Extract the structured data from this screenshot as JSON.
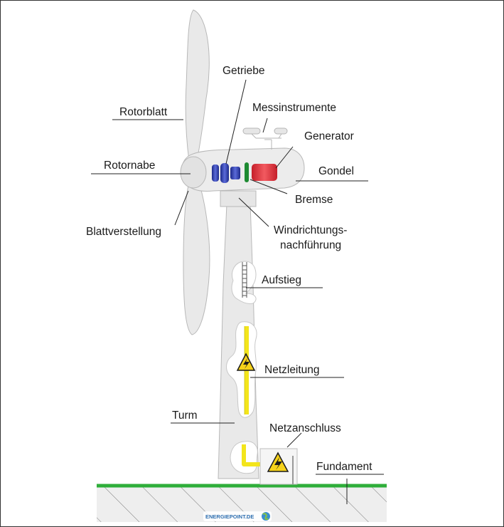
{
  "labels": {
    "rotorblatt": "Rotorblatt",
    "getriebe": "Getriebe",
    "messinstrumente": "Messinstrumente",
    "generator": "Generator",
    "rotornabe": "Rotornabe",
    "gondel": "Gondel",
    "bremse": "Bremse",
    "blattverstellung": "Blattverstellung",
    "windrichtung_1": "Windrichtungs-",
    "windrichtung_2": "nachführung",
    "aufstieg": "Aufstieg",
    "netzleitung": "Netzleitung",
    "turm": "Turm",
    "netzanschluss": "Netzanschluss",
    "fundament": "Fundament"
  },
  "logo": {
    "text": "ENERGIEPOINT.DE"
  },
  "colors": {
    "tower": "#e9e9e9",
    "outline": "#b8b8b8",
    "ground_line": "#2fae3a",
    "ground_fill": "#eeeeee",
    "cable": "#f3e51b",
    "generator": "#e0313a",
    "gear": "#2f3ea8",
    "brake": "#1d8a32",
    "warning": "#f6d21a"
  }
}
